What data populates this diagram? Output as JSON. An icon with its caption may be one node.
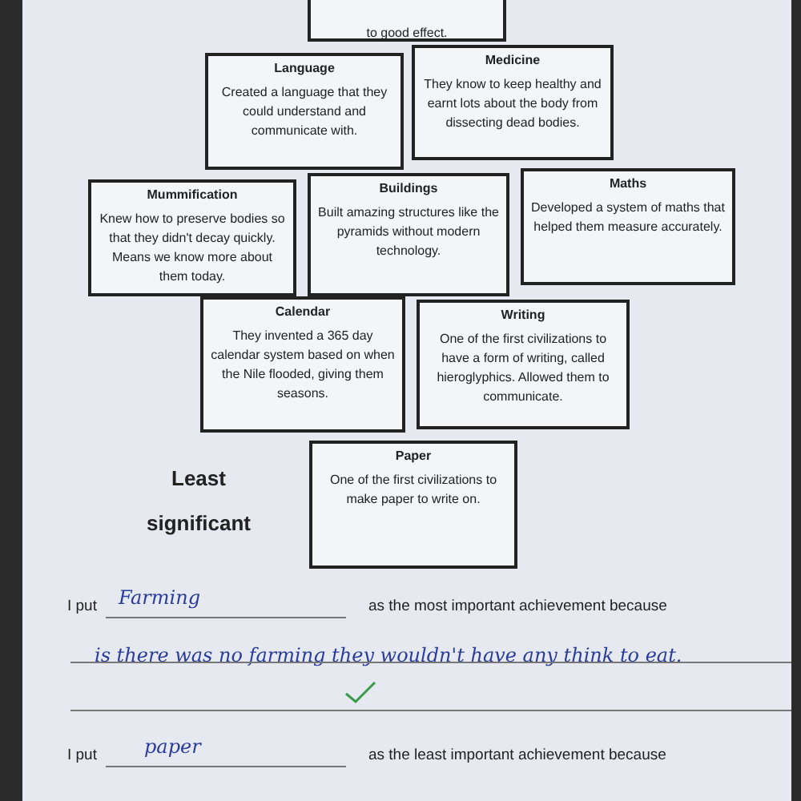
{
  "diagram": {
    "nodes": [
      {
        "text": [
          "to good effect."
        ]
      },
      {
        "text": [
          "Language",
          "Created a language that they could understand and communicate with."
        ]
      },
      {
        "text": [
          "Medicine",
          "They know to keep healthy and earnt lots about the body from dissecting dead bodies."
        ]
      },
      {
        "text": [
          "Mummification",
          "Knew how to preserve bodies so that they didn't decay quickly. Means we know more about them today."
        ]
      },
      {
        "text": [
          "Buildings",
          "Built amazing structures like the pyramids without modern technology."
        ]
      },
      {
        "text": [
          "Maths",
          "Developed a system of maths that helped them measure accurately."
        ]
      },
      {
        "text": [
          "Calendar",
          "They invented a 365 day calendar system based on when the Nile flooded, giving them seasons."
        ]
      },
      {
        "text": [
          "Writing",
          "One of the first civilizations to have a form of writing, called hieroglyphics. Allowed them to communicate."
        ]
      },
      {
        "text": [
          "Paper",
          "One of the first civilizations to make paper to write on."
        ]
      }
    ],
    "edges": [],
    "labels": [
      "Least significant",
      "I put",
      "Farming",
      "as the most important achievement because",
      "is there was no farming they wouldn't have any think to eat.",
      "I put",
      "paper",
      "as the least important achievement because"
    ]
  }
}
